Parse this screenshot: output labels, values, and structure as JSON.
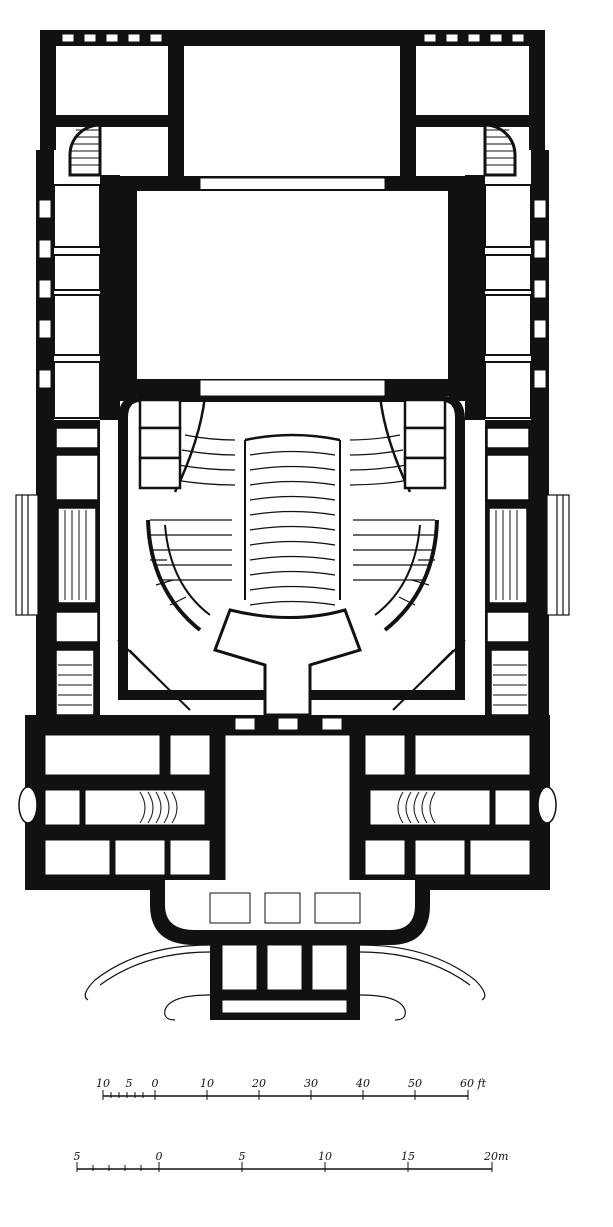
{
  "scale_feet": {
    "ticks": [
      "10",
      "5",
      "0",
      "10",
      "20",
      "30",
      "40",
      "50",
      "60 ft"
    ]
  },
  "scale_meters": {
    "ticks": [
      "5",
      "0",
      "5",
      "10",
      "15",
      "20m"
    ]
  },
  "colors": {
    "wall": "#111111",
    "paper": "#ffffff"
  }
}
